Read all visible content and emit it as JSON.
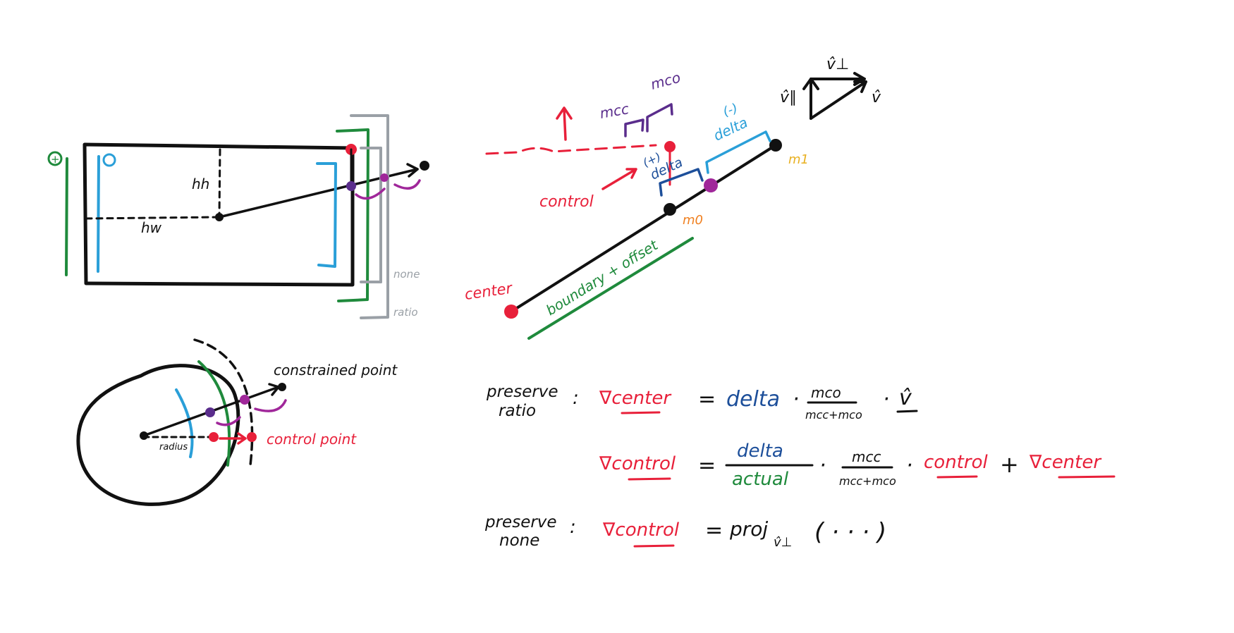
{
  "colors": {
    "black": "#111111",
    "red": "#e8203a",
    "green": "#1f8a3c",
    "blue": "#2a9fd8",
    "darkblue": "#1d4f9a",
    "purple": "#7a2f8f",
    "magenta": "#a0279a",
    "gray": "#9aa0a6",
    "orange": "#f08020",
    "yellow": "#e8b020"
  },
  "rect_diagram": {
    "plus_label": "+",
    "zero_label": "0",
    "hh_label": "hh",
    "hw_label": "hw",
    "none_label": "none",
    "ratio_label": "ratio"
  },
  "circle_diagram": {
    "constrained_label": "constrained point",
    "control_label": "control point",
    "radius_label": "radius"
  },
  "line_diagram": {
    "mcc_label": "mcc",
    "mco_label": "mco",
    "minus_label": "(-)",
    "delta_minus_label": "delta",
    "plus_label": "(+)",
    "delta_plus_label": "delta",
    "control_label": "control",
    "m0_label": "m0",
    "m1_label": "m1",
    "center_label": "center",
    "boundary_label": "boundary + offset"
  },
  "vectors": {
    "vpar_label": "v̂∥",
    "vperp_label": "v̂⊥",
    "v_label": "v̂"
  },
  "equations": {
    "ratio_label_1": "preserve",
    "ratio_label_2": "ratio",
    "colon": ":",
    "eq1_lhs": "∇center",
    "eq1_equals": "=",
    "eq1_delta": "delta",
    "eq1_dot1": "·",
    "eq1_num": "mco",
    "eq1_den": "mcc+mco",
    "eq1_dot2": "·",
    "eq1_v": "v̂",
    "eq2_lhs": "∇control",
    "eq2_equals": "=",
    "eq2_num": "delta",
    "eq2_den": "actual",
    "eq2_dot1": "·",
    "eq2_num2": "mcc",
    "eq2_den2": "mcc+mco",
    "eq2_dot2": "·",
    "eq2_control": "control",
    "eq2_plus": "+",
    "eq2_center": "∇center",
    "none_label_1": "preserve",
    "none_label_2": "none",
    "eq3_lhs": "∇control",
    "eq3_equals": "=",
    "eq3_proj": "proj",
    "eq3_sub": "v̂⊥",
    "eq3_paren": "( · · · )"
  }
}
